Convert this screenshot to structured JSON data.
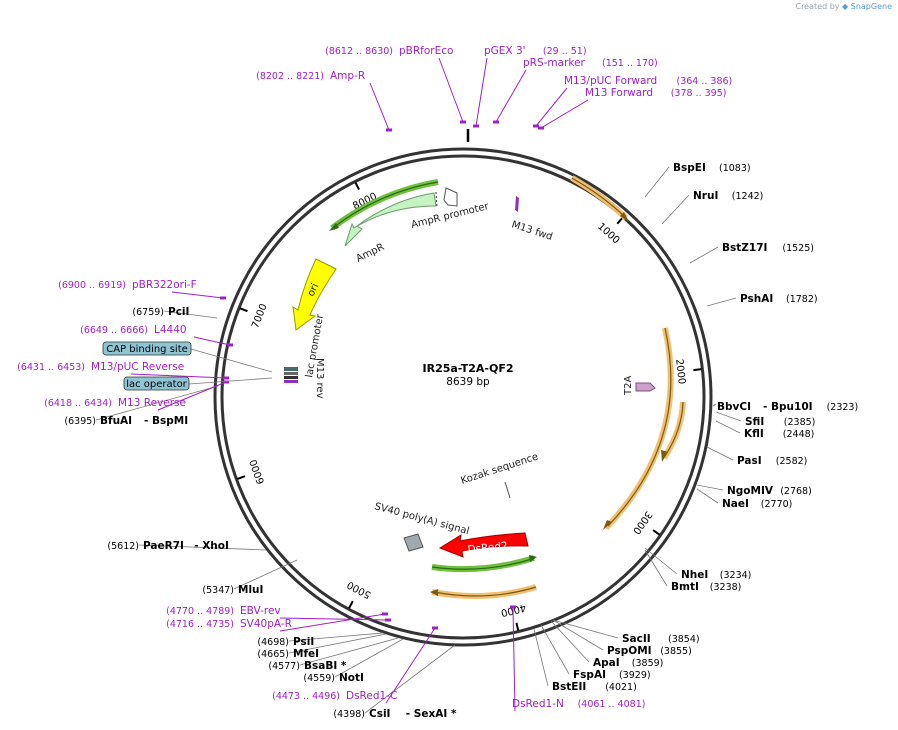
{
  "brand": {
    "prefix": "Created by",
    "name": "SnapGene"
  },
  "plasmid": {
    "name": "IR25a-T2A-QF2",
    "size_label": "8639 bp",
    "length": 8639
  },
  "ticks": [
    {
      "pos": 1000,
      "label": "1000"
    },
    {
      "pos": 2000,
      "label": "2000"
    },
    {
      "pos": 3000,
      "label": "3000"
    },
    {
      "pos": 4000,
      "label": "4000"
    },
    {
      "pos": 5000,
      "label": "5000"
    },
    {
      "pos": 6000,
      "label": "6000"
    },
    {
      "pos": 7000,
      "label": "7000"
    },
    {
      "pos": 8000,
      "label": "8000"
    }
  ],
  "enzymes": [
    {
      "name": "BspEI",
      "pos_text": "(1083)",
      "site": 1083
    },
    {
      "name": "NruI",
      "pos_text": "(1242)",
      "site": 1242
    },
    {
      "name": "BstZ17I",
      "pos_text": "(1525)",
      "site": 1525
    },
    {
      "name": "PshAI",
      "pos_text": "(1782)",
      "site": 1782
    },
    {
      "name": "BbvCI",
      "extra": "- Bpu10I",
      "pos_text": "(2323)",
      "site": 2323
    },
    {
      "name": "SfiI",
      "pos_text": "(2385)",
      "site": 2385
    },
    {
      "name": "KflI",
      "pos_text": "(2448)",
      "site": 2448
    },
    {
      "name": "PasI",
      "pos_text": "(2582)",
      "site": 2582
    },
    {
      "name": "NgoMIV",
      "pos_text": "(2768)",
      "site": 2768
    },
    {
      "name": "NaeI",
      "pos_text": "(2770)",
      "site": 2770
    },
    {
      "name": "NheI",
      "pos_text": "(3234)",
      "site": 3234
    },
    {
      "name": "BmtI",
      "pos_text": "(3238)",
      "site": 3238
    },
    {
      "name": "SacII",
      "pos_text": "(3854)",
      "site": 3854
    },
    {
      "name": "PspOMI",
      "pos_text": "(3855)",
      "site": 3855
    },
    {
      "name": "ApaI",
      "pos_text": "(3859)",
      "site": 3859
    },
    {
      "name": "FspAI",
      "pos_text": "(3929)",
      "site": 3929
    },
    {
      "name": "BstEII",
      "pos_text": "(4021)",
      "site": 4021
    },
    {
      "name": "CsiI",
      "extra": "- SexAI *",
      "pos_text": "(4398)",
      "site": 4398
    },
    {
      "name": "NotI",
      "pos_text": "(4559)",
      "site": 4559
    },
    {
      "name": "BsaBI *",
      "pos_text": "(4577)",
      "site": 4577
    },
    {
      "name": "MfeI",
      "pos_text": "(4665)",
      "site": 4665
    },
    {
      "name": "PsiI",
      "pos_text": "(4698)",
      "site": 4698
    },
    {
      "name": "MluI",
      "pos_text": "(5347)",
      "site": 5347
    },
    {
      "name": "PaeR7I",
      "extra": "- XhoI",
      "pos_text": "(5612)",
      "site": 5612
    },
    {
      "name": "BfuAI",
      "extra": "- BspMI",
      "pos_text": "(6395)",
      "site": 6395
    },
    {
      "name": "PciI",
      "pos_text": "(6759)",
      "site": 6759
    }
  ],
  "primers": [
    {
      "name": "pBRforEco",
      "pos_text": "(8612 .. 8630)",
      "site": 8621
    },
    {
      "name": "pGEX 3'",
      "pos_text": "(29 .. 51)",
      "site": 40
    },
    {
      "name": "pRS-marker",
      "pos_text": "(151 .. 170)",
      "site": 160
    },
    {
      "name": "M13/pUC Forward",
      "pos_text": "(364 .. 386)",
      "site": 375
    },
    {
      "name": "M13 Forward",
      "pos_text": "(378 .. 395)",
      "site": 386
    },
    {
      "name": "Amp-R",
      "pos_text": "(8202 .. 8221)",
      "site": 8211
    },
    {
      "name": "pBR322ori-F",
      "pos_text": "(6900 .. 6919)",
      "site": 6910
    },
    {
      "name": "L4440",
      "pos_text": "(6649 .. 6666)",
      "site": 6657
    },
    {
      "name": "M13/pUC Reverse",
      "pos_text": "(6431 .. 6453)",
      "site": 6442
    },
    {
      "name": "M13 Reverse",
      "pos_text": "(6418 .. 6434)",
      "site": 6426
    },
    {
      "name": "EBV-rev",
      "pos_text": "(4770 .. 4789)",
      "site": 4780
    },
    {
      "name": "SV40pA-R",
      "pos_text": "(4716 .. 4735)",
      "site": 4725
    },
    {
      "name": "DsRed1-C",
      "pos_text": "(4473 .. 4496)",
      "site": 4485
    },
    {
      "name": "DsRed1-N",
      "pos_text": "(4061 .. 4081)",
      "site": 4071
    }
  ],
  "boxed_features": [
    {
      "name": "CAP binding site",
      "site": 6520,
      "color": "#8fc5d3"
    },
    {
      "name": "lac operator",
      "site": 6410,
      "color": "#8fc5d3"
    }
  ],
  "features": {
    "ampr_promoter": {
      "label": "AmpR promoter"
    },
    "ampr": {
      "label": "AmpR",
      "color": "#c4f3c4"
    },
    "ori": {
      "label": "ori",
      "color": "#ffff00"
    },
    "lac_promoter": {
      "label": "lac promoter"
    },
    "m13_rev": {
      "label": "M13 rev"
    },
    "m13_fwd": {
      "label": "M13 fwd"
    },
    "t2a": {
      "label": "T2A",
      "color": "#c8a0c8"
    },
    "kozak": {
      "label": "Kozak sequence"
    },
    "sv40": {
      "label": "SV40 poly(A) signal",
      "color": "#a0a8b0"
    },
    "dsred2": {
      "label": "DsRed2",
      "color": "#ff0000"
    }
  },
  "colors": {
    "orf_orange": "#f0c070",
    "orf_green": "#70c040",
    "primer": "#a020c8",
    "backbone": "#333333"
  }
}
